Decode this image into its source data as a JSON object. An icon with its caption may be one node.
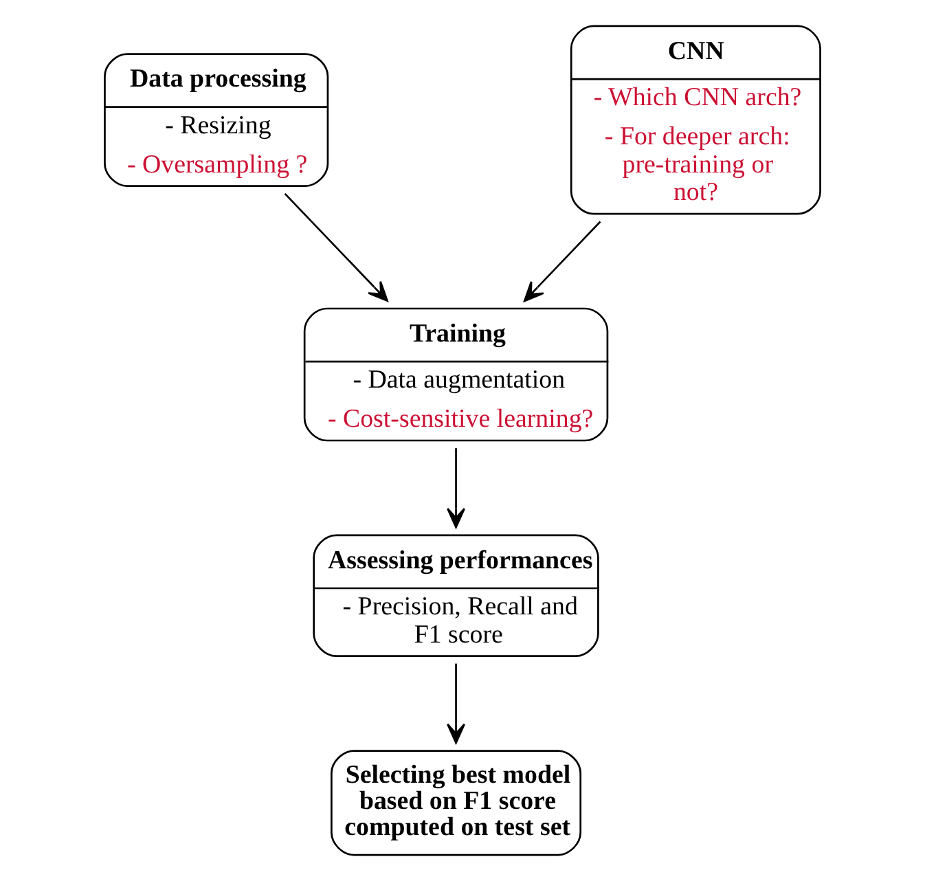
{
  "diagram": {
    "nodes": [
      {
        "text": [
          "Data processing",
          "- Resizing",
          "- Oversampling ?"
        ]
      },
      {
        "text": [
          "CNN",
          "- Which CNN arch?",
          "- For deeper arch: pre-training or not?"
        ]
      },
      {
        "text": [
          "Training",
          "- Data augmentation",
          "- Cost-sensitive learning?"
        ]
      },
      {
        "text": [
          "Assessing performances",
          "- Precision, Recall and F1 score"
        ]
      },
      {
        "text": [
          "Selecting best model based on F1 score computed on test set"
        ]
      }
    ],
    "edges": [
      {
        "from": 0,
        "to": 2,
        "arrow": "to"
      },
      {
        "from": 1,
        "to": 2,
        "arrow": "to"
      },
      {
        "from": 2,
        "to": 3,
        "arrow": "to"
      },
      {
        "from": 3,
        "to": 4,
        "arrow": "to"
      }
    ]
  }
}
